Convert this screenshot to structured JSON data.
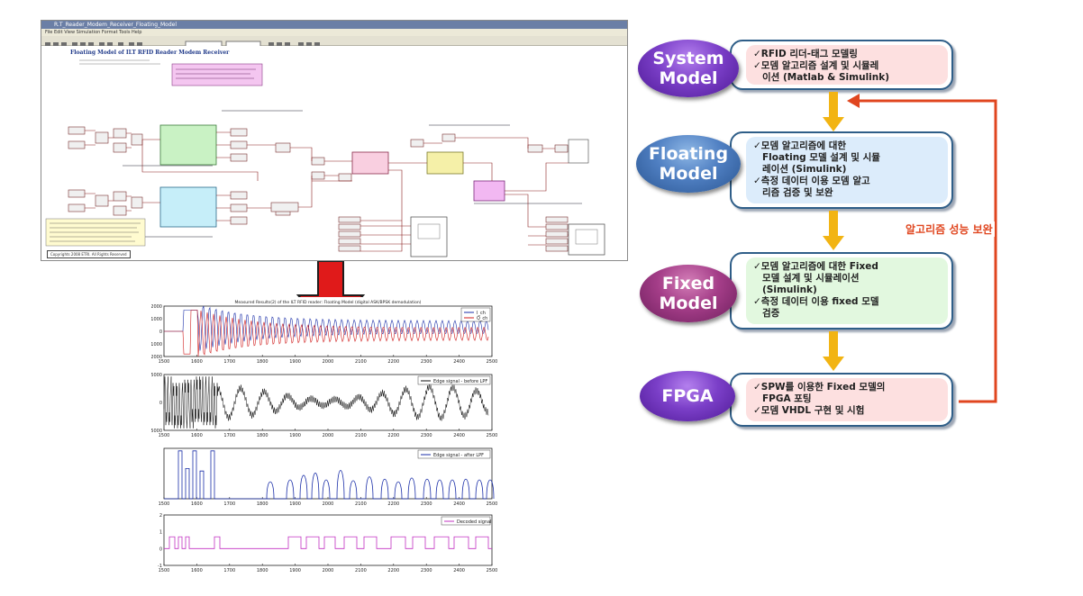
{
  "simulink": {
    "title": "R.T_Reader_Modem_Receiver_Floating_Model",
    "menu": "File  Edit  View  Simulation  Format  Tools  Help",
    "model_title": "Floating Model of ILT RFID Reader Modem Receiver",
    "footer": "Copyrights 2008 ETRI. All Rights Reserved"
  },
  "plots": {
    "plot1": {
      "title": "Measured Results(2) of the ILT RFID reader: Floating Model (digital ASK/BPSK demodulation)",
      "legend": [
        "I_ch",
        "Q_ch"
      ],
      "yticks": [
        "2000",
        "1000",
        "0",
        "-1000",
        "-2000"
      ],
      "xticks": [
        "1500",
        "1600",
        "1700",
        "1800",
        "1900",
        "2000",
        "2100",
        "2200",
        "2300",
        "2400",
        "2500"
      ]
    },
    "plot2": {
      "legend": [
        "Edge signal - before LPF"
      ],
      "yticks": [
        "5000",
        "0",
        "-5000"
      ],
      "xticks": [
        "1500",
        "1600",
        "1700",
        "1800",
        "1900",
        "2000",
        "2100",
        "2200",
        "2300",
        "2400",
        "2500"
      ]
    },
    "plot3": {
      "legend": [
        "Edge signal - after LPF"
      ],
      "xticks": [
        "1500",
        "1600",
        "1700",
        "1800",
        "1900",
        "2000",
        "2100",
        "2200",
        "2300",
        "2400",
        "2500"
      ]
    },
    "plot4": {
      "legend": [
        "Decoded signal"
      ],
      "yticks": [
        "2",
        "1",
        "0",
        "-1"
      ],
      "xticks": [
        "1500",
        "1600",
        "1700",
        "1800",
        "1900",
        "2000",
        "2100",
        "2200",
        "2300",
        "2400",
        "2500"
      ]
    }
  },
  "flow": {
    "stages": [
      {
        "name": "system",
        "oval_lines": [
          "System",
          "Model"
        ],
        "items": [
          "✓RFID 리더-태그 모델링",
          "✓모뎀 알고리즘 설계 및 시뮬레",
          "이션 (Matlab & Simulink)"
        ],
        "fill": "#fde0e0"
      },
      {
        "name": "floating",
        "oval_lines": [
          "Floating",
          "Model"
        ],
        "items": [
          "✓모뎀 알고리즘에 대한",
          "Floating 모델 설계 및 시뮬",
          "레이션 (Simulink)",
          "✓측정 데이터 이용 모뎀 알고",
          "리즘 검증 및 보완"
        ],
        "fill": "#dcecfb"
      },
      {
        "name": "fixed",
        "oval_lines": [
          "Fixed",
          "Model"
        ],
        "items": [
          "✓모뎀 알고리즘에 대한 Fixed",
          "모델 설계 및 시뮬레이션",
          "(Simulink)",
          "✓측정 데이터 이용 fixed 모델",
          "검증"
        ],
        "fill": "#e2f8df"
      },
      {
        "name": "fpga",
        "oval_lines": [
          "FPGA"
        ],
        "items": [
          "✓SPW를 이용한 Fixed 모델의",
          "FPGA 포팅",
          "✓모뎀 VHDL 구현 및 시험"
        ],
        "fill": "#fde0e0"
      }
    ],
    "feedback_label": "알고리즘 성능 보완",
    "colors": {
      "arrow_yellow": "#f2b413",
      "feedback_red": "#e0461f",
      "box_border": "#2f5e88",
      "down_arrow_red": "#e01a1a"
    }
  }
}
